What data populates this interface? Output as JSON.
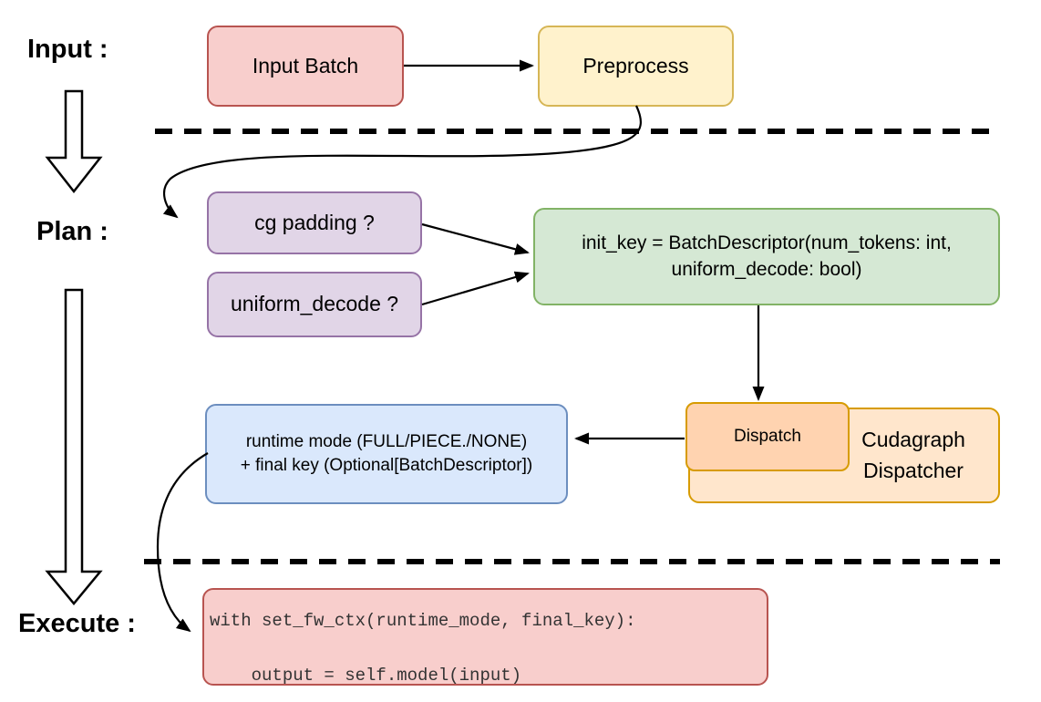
{
  "stage_labels": {
    "input": "Input :",
    "plan": "Plan :",
    "execute": "Execute :"
  },
  "nodes": {
    "input_batch": {
      "label": "Input Batch"
    },
    "preprocess": {
      "label": "Preprocess"
    },
    "cg_padding": {
      "label": "cg padding ?"
    },
    "uniform_decode": {
      "label": "uniform_decode ?"
    },
    "init_key": {
      "line1": "init_key = BatchDescriptor(num_tokens: int,",
      "line2": "uniform_decode: bool)"
    },
    "dispatch": {
      "label": "Dispatch"
    },
    "cudagraph_dispatcher": {
      "label": "Cudagraph Dispatcher"
    },
    "runtime_mode": {
      "line1": "runtime mode (FULL/PIECE./NONE)",
      "line2": "+ final key (Optional[BatchDescriptor])"
    },
    "execute_code": {
      "line1": "with set_fw_ctx(runtime_mode, final_key):",
      "line2": "    output = self.model(input)"
    }
  },
  "colors": {
    "red_fill": "#f8cecc",
    "red_stroke": "#b85450",
    "yellow_fill": "#fff2cc",
    "yellow_stroke": "#d6b656",
    "purple_fill": "#e1d5e7",
    "purple_stroke": "#9673a6",
    "green_fill": "#d5e8d4",
    "green_stroke": "#82b366",
    "blue_fill": "#dae8fc",
    "blue_stroke": "#6c8ebf",
    "orange_fill": "#ffe6cc",
    "orange_inner_fill": "#ffd3b0",
    "orange_stroke": "#d79b00",
    "arrow": "#000000",
    "background": "#ffffff"
  }
}
